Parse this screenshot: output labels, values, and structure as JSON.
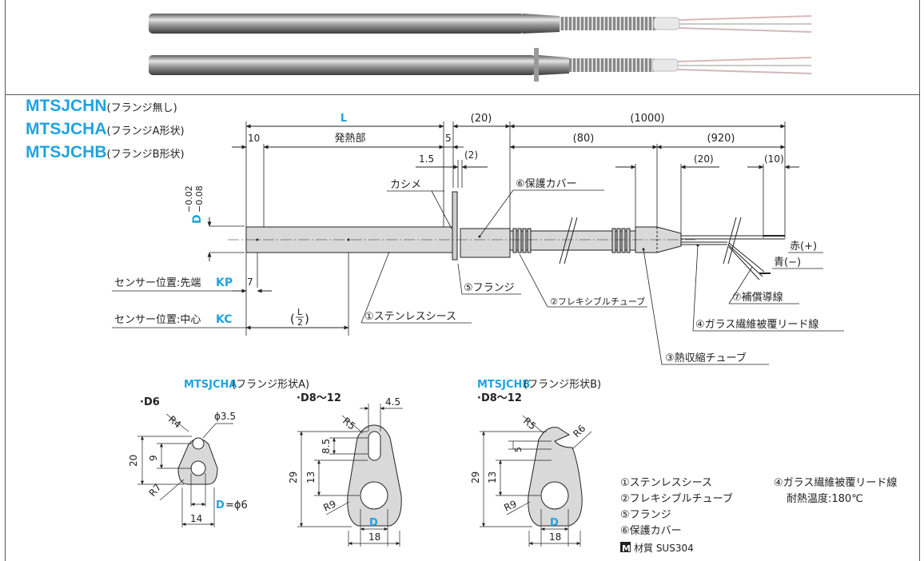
{
  "models": [
    {
      "code": "MTSJCHN",
      "note": "(フランジ無し)"
    },
    {
      "code": "MTSJCHA",
      "note": "(フランジA形状)"
    },
    {
      "code": "MTSJCHB",
      "note": "(フランジB形状)"
    }
  ],
  "main": {
    "L": "L",
    "heat_part": "発熱部",
    "d10a": "10",
    "d5": "5",
    "d20a": "(20)",
    "d1000": "(1000)",
    "d80": "(80)",
    "d920": "(920)",
    "d15": "1.5",
    "d2": "(2)",
    "d20b": "(20)",
    "d10b": "(10)",
    "tol_upper": "−0.02",
    "tol_lower": "−0.08",
    "D": "D",
    "d7": "7",
    "kp_label": "センサー位置:先端",
    "kp": "KP",
    "kc_label": "センサー位置:中心",
    "kc": "KC",
    "lhalf_num": "L",
    "lhalf_den": "2",
    "kashime": "カシメ",
    "p6": "⑥保護カバー",
    "p5": "⑤フランジ",
    "p1": "①ステンレスシース",
    "p2": "②フレキシブルチューブ",
    "p3": "③熱収縮チューブ",
    "p4": "④ガラス繊維被覆リード線",
    "p7": "⑦補償導線",
    "red": "赤(+)",
    "blue": "青(−)"
  },
  "flange_a": {
    "code": "MTSJCHA",
    "title": "(フランジ形状A)",
    "d6_label": "·D6",
    "d8_label": "·D8〜12",
    "r4": "R4",
    "phi35": "ϕ3.5",
    "d20": "20",
    "d9": "9",
    "r7": "R7",
    "d14": "14",
    "dphi_D": "D",
    "dphi_eq": "=ϕ6",
    "r5": "R5",
    "d45": "4.5",
    "d29": "29",
    "d13": "13",
    "d85": "8.5",
    "r9": "R9",
    "D": "D",
    "d18": "18"
  },
  "flange_b": {
    "code": "MTSJCHB",
    "title": "(フランジ形状B)",
    "d8_label": "·D8〜12",
    "r5": "R5",
    "r6": "R6",
    "d29": "29",
    "d13": "13",
    "d5": "5",
    "r9": "R9",
    "D": "D",
    "d18": "18"
  },
  "legend": {
    "items": [
      "①ステンレスシース",
      "②フレキシブルチューブ",
      "⑤フランジ",
      "⑥保護カバー"
    ],
    "item4": "④ガラス繊維被覆リード線",
    "temp": "耐熱温度:180℃",
    "m_icon": "M",
    "material": "材質 SUS304"
  },
  "colors": {
    "accent": "#21a3df",
    "line": "#222222",
    "fill": "#d9d9d9"
  }
}
